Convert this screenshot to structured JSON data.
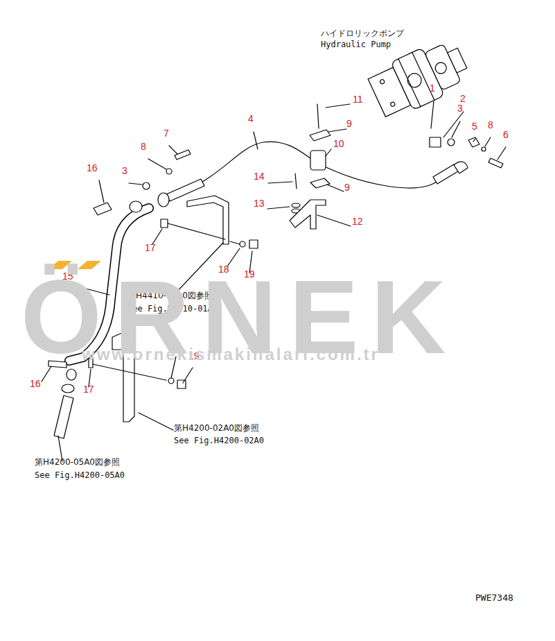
{
  "diagram": {
    "labels": [
      "ハイドロリックポンプ",
      "Hydraulic Pump",
      "1",
      "2",
      "3",
      "5",
      "8",
      "6",
      "4",
      "11",
      "9",
      "10",
      "7",
      "8",
      "16",
      "3",
      "14",
      "9",
      "13",
      "12",
      "17",
      "18",
      "19",
      "15",
      "第H4410-01A0図参照",
      "See Fig.H4410-01A0",
      "18",
      "19",
      "16",
      "17",
      "第H4200-02A0図参照",
      "See Fig.H4200-02A0",
      "第H4200-05A0図参照",
      "See Fig.H4200-05A0",
      "PWE7348",
      "ÖRNEK",
      "www.ornekismakinalari.com.tr"
    ]
  }
}
